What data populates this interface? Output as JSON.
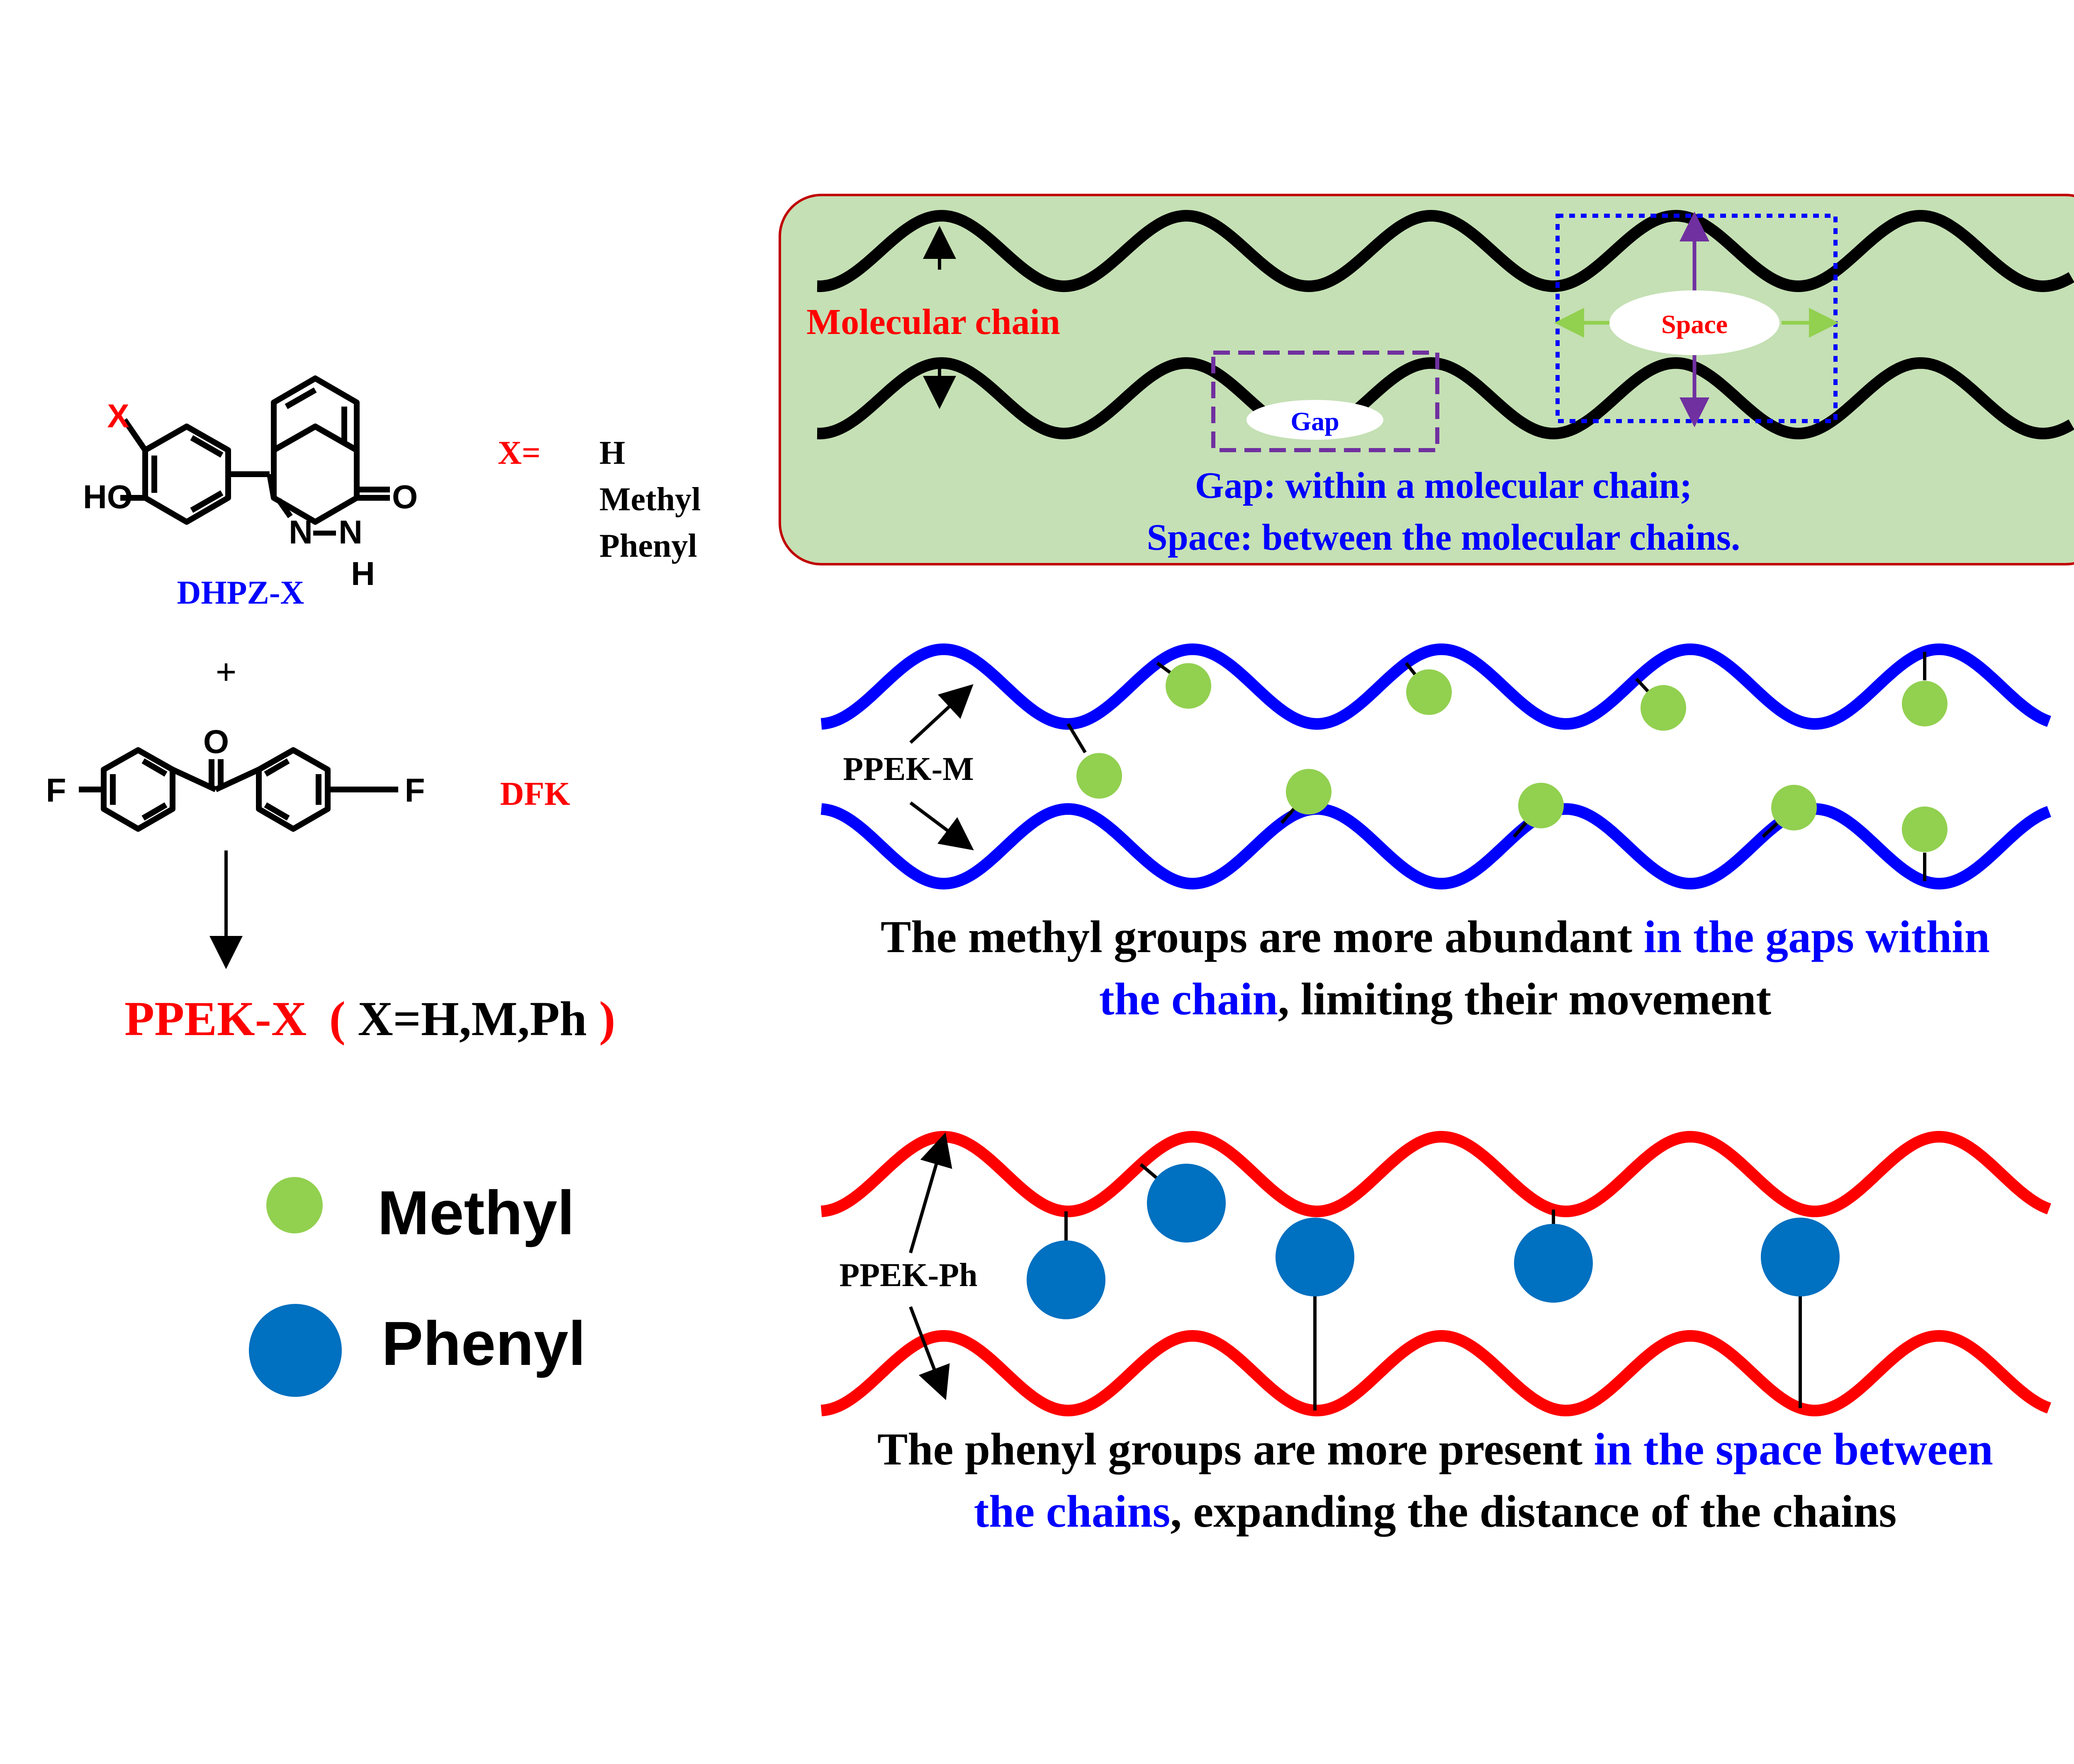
{
  "colors": {
    "red": "#ff0000",
    "blue": "#0000ff",
    "black": "#000000",
    "green_panel": "#c5e0b4",
    "green_dot": "#92d050",
    "phenyl_blue": "#0070c0",
    "purple": "#7030a0",
    "light_green_arrow": "#92d050",
    "dotted_blue": "#0000ff"
  },
  "synthesis": {
    "monomer1_label": "DHPZ-X",
    "x_substituent": "X",
    "ho_label": "HO",
    "o_label": "O",
    "n_label": "N",
    "nh_n_label": "N",
    "h_label": "H",
    "x_equals": "X=",
    "x_options": [
      "H",
      "Methyl",
      "Phenyl"
    ],
    "plus": "+",
    "f_left": "F",
    "f_right": "F",
    "ketone_o": "O",
    "monomer2_label": "DFK",
    "product_prefix": "PPEK-X",
    "product_open_paren": "(",
    "product_inner": "X=H,M,Ph",
    "product_close_paren": ")"
  },
  "legend": {
    "methyl_label": "Methyl",
    "phenyl_label": "Phenyl"
  },
  "top_panel": {
    "molecular_chain_label": "Molecular chain",
    "gap_label": "Gap",
    "space_label": "Space",
    "caption_line1": "Gap: within a molecular chain;",
    "caption_line2": "Space: between the molecular chains."
  },
  "methyl_panel": {
    "label": "PPEK-M",
    "caption_l1_black": "The methyl groups are more abundant ",
    "caption_l1_blue": "in the gaps within",
    "caption_l2_blue": "the chain",
    "caption_l2_black": ", limiting their movement"
  },
  "phenyl_panel": {
    "label": "PPEK-Ph",
    "caption_l1_black": "The phenyl groups are more present ",
    "caption_l1_blue": "in the space between",
    "caption_l2_blue": "the chains",
    "caption_l2_black": ", expanding the distance of the chains"
  }
}
